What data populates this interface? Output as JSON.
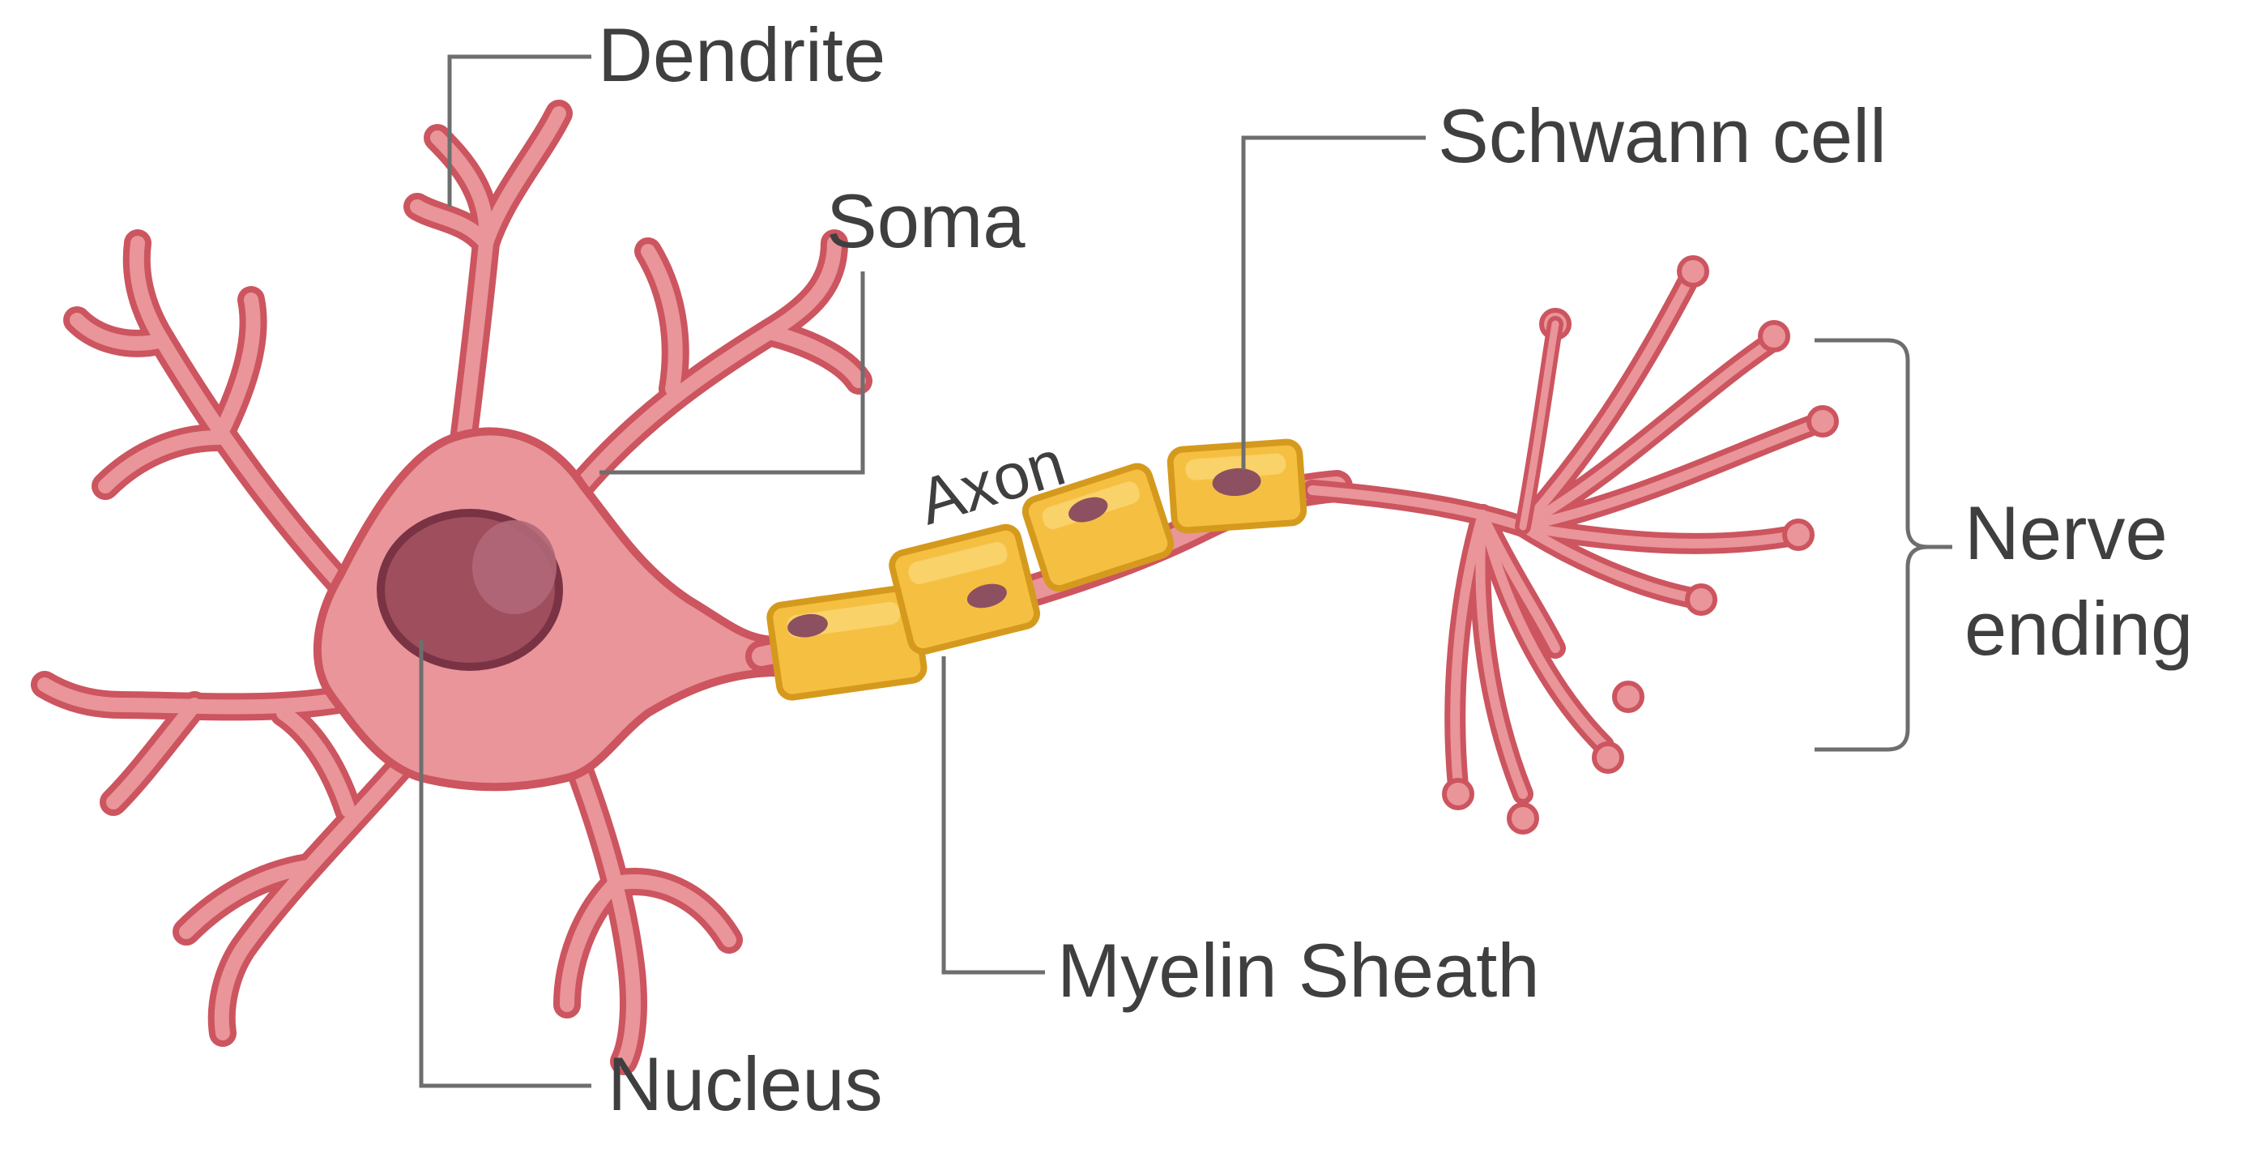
{
  "labels": {
    "dendrite": "Dendrite",
    "soma": "Soma",
    "axon": "Axon",
    "schwann_cell": "Schwann cell",
    "nerve_ending_line1": "Nerve",
    "nerve_ending_line2": "ending",
    "myelin_sheath": "Myelin Sheath",
    "nucleus": "Nucleus"
  },
  "colors": {
    "cell_body": "#e9959a",
    "cell_outline": "#cc555f",
    "nucleus": "#9e4e5c",
    "nucleus_outline": "#7a3344",
    "myelin": "#f5c042",
    "myelin_outline": "#d59a1d",
    "schwann_nucleus": "#8c5060",
    "label_text": "#3f3f3f",
    "leader_line": "#6e6e6e"
  }
}
